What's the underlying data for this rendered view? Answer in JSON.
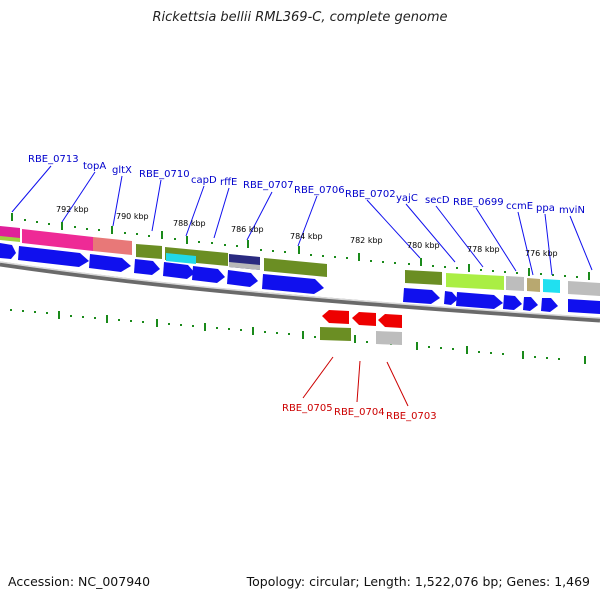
{
  "title": "Rickettsia bellii RML369-C, complete genome",
  "accession": "Accession: NC_007940",
  "summary": "Topology: circular; Length: 1,522,076 bp; Genes: 1,469",
  "colors": {
    "forward_arrow": "#1010ee",
    "reverse_arrow": "#ee0000",
    "tick": "#1a8a1a",
    "backbone": "#8a8a8a",
    "forward_label": "#0000cc",
    "reverse_label": "#cc0000",
    "kbp_label": "#000000"
  },
  "kbp_labels": [
    "792 kbp",
    "790 kbp",
    "788 kbp",
    "786 kbp",
    "784 kbp",
    "782 kbp",
    "780 kbp",
    "778 kbp",
    "776 kbp"
  ],
  "forward_labels": [
    "RBE_0713",
    "topA",
    "gltX",
    "RBE_0710",
    "capD",
    "rffE",
    "RBE_0707",
    "RBE_0706",
    "RBE_0702",
    "yajC",
    "secD",
    "RBE_0699",
    "ccmE",
    "ppa",
    "mviN"
  ],
  "reverse_labels": [
    "RBE_0705",
    "RBE_0704",
    "RBE_0703"
  ]
}
